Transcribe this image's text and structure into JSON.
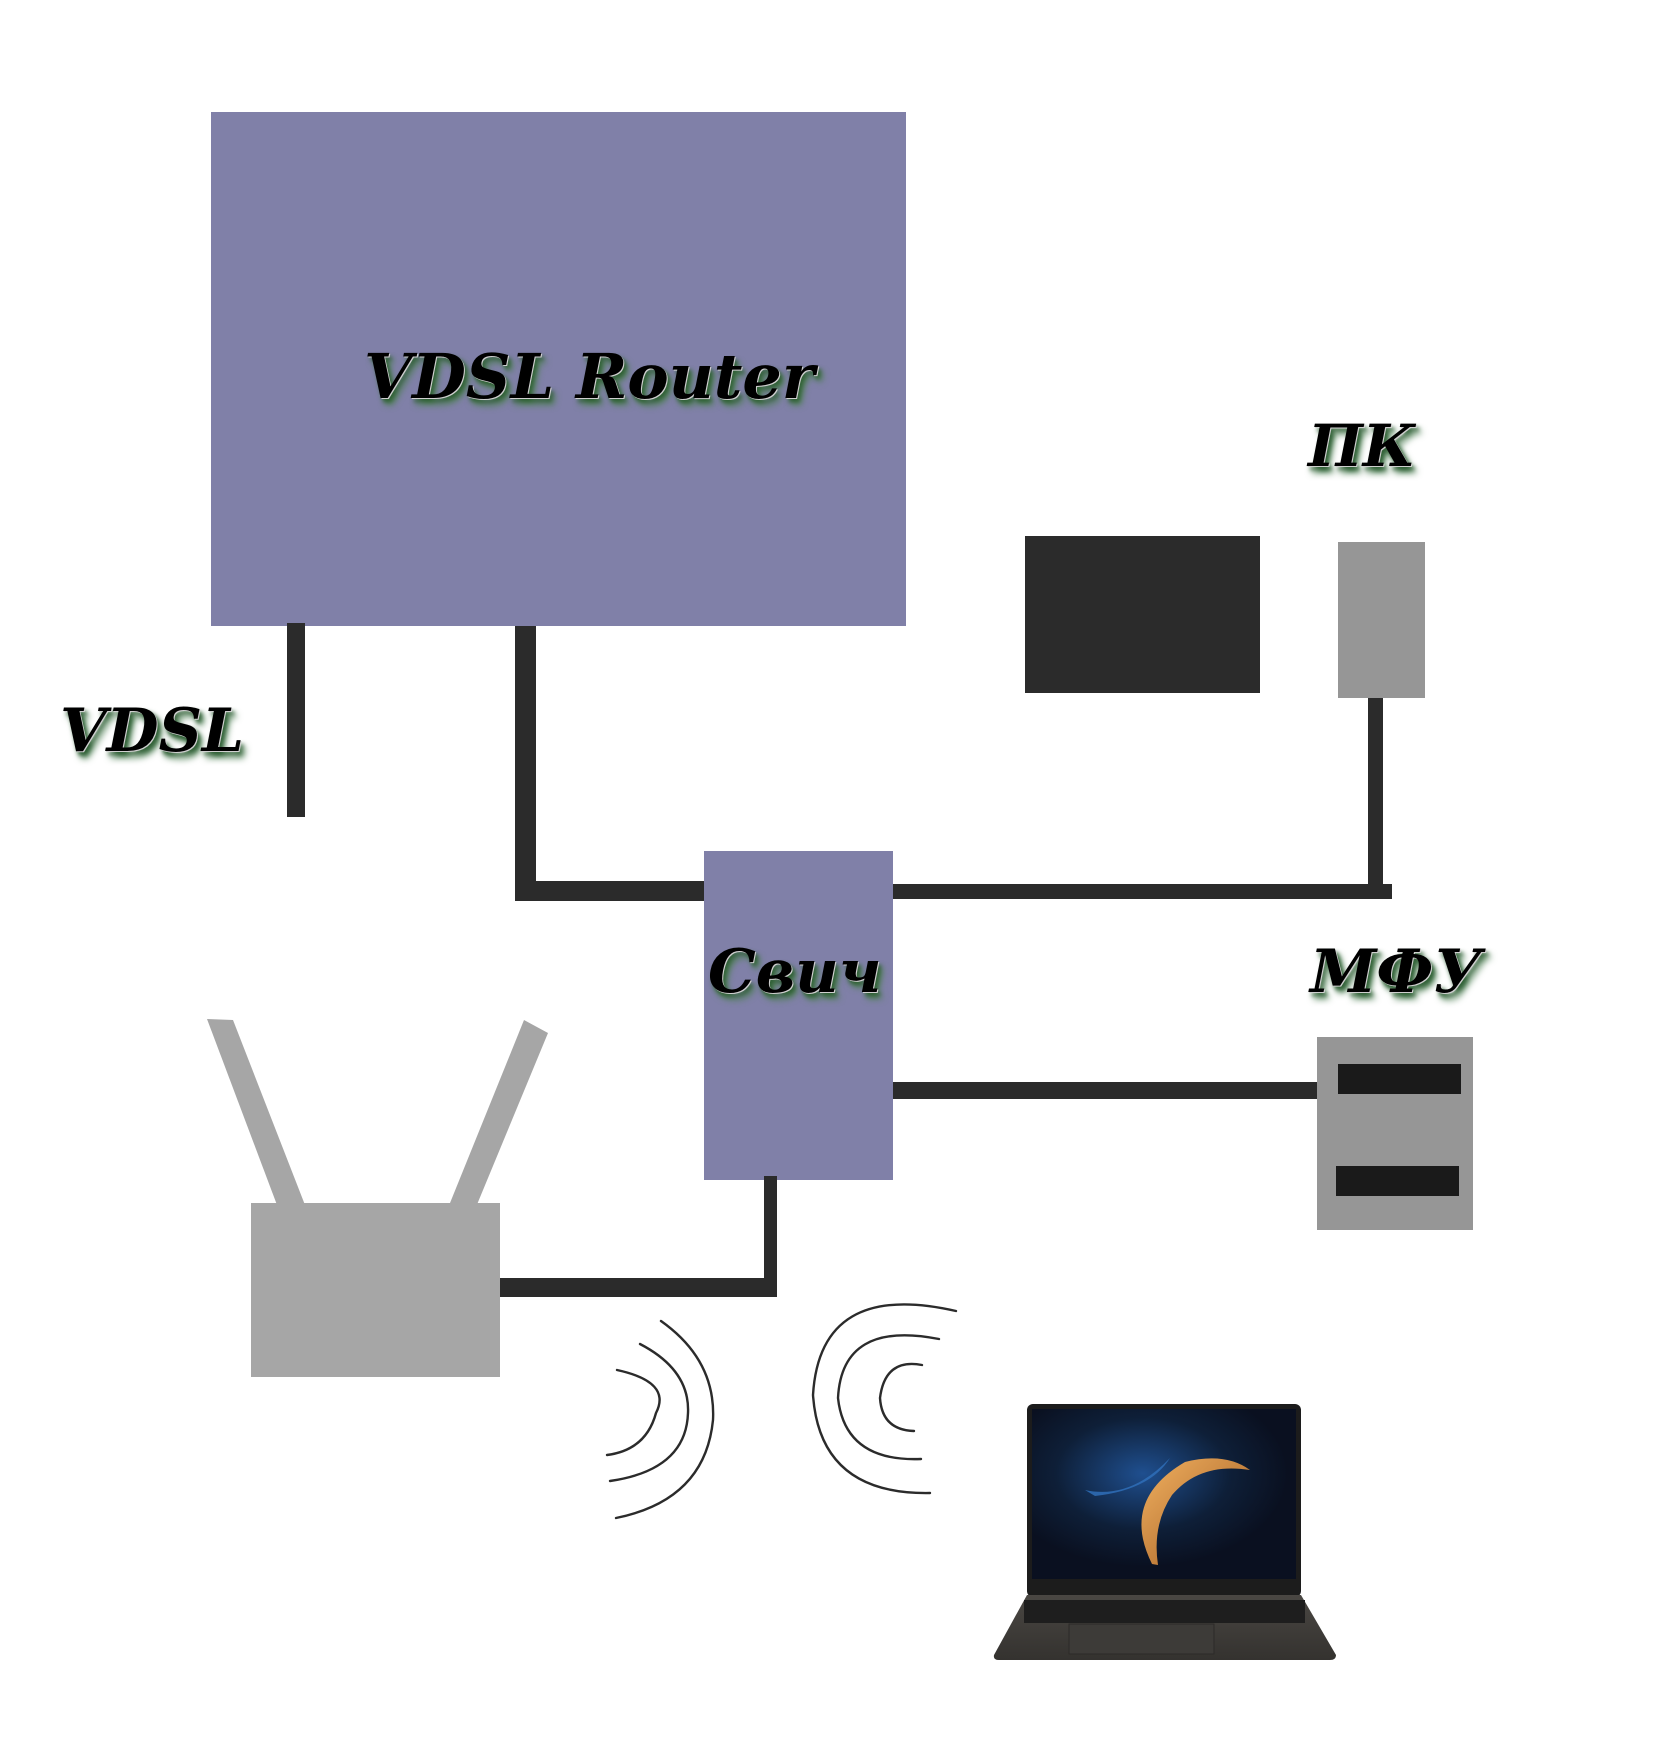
{
  "diagram": {
    "type": "network-topology",
    "colors": {
      "router_fill": "#8080a8",
      "switch_fill": "#8080a8",
      "cable": "#2b2b2b",
      "monitor": "#2b2b2b",
      "pc_tower": "#969696",
      "mfu_body": "#969696",
      "mfu_slot": "#1a1a1a",
      "wifi_router": "#a6a6a6",
      "label_text": "#000000",
      "label_glow": "#2f5f35"
    },
    "nodes": {
      "vdsl_router": {
        "label": "VDSL Router"
      },
      "vdsl_line": {
        "label": "VDSL"
      },
      "switch": {
        "label": "Свич"
      },
      "pc": {
        "label": "ПК"
      },
      "mfu": {
        "label": "МФУ"
      },
      "wifi_router": {
        "label": ""
      },
      "laptop": {
        "label": ""
      }
    },
    "connections": [
      {
        "from": "vdsl_line",
        "to": "vdsl_router"
      },
      {
        "from": "vdsl_router",
        "to": "switch"
      },
      {
        "from": "switch",
        "to": "pc"
      },
      {
        "from": "switch",
        "to": "mfu"
      },
      {
        "from": "switch",
        "to": "wifi_router"
      },
      {
        "from": "wifi_router",
        "to": "laptop",
        "medium": "wireless"
      }
    ]
  }
}
